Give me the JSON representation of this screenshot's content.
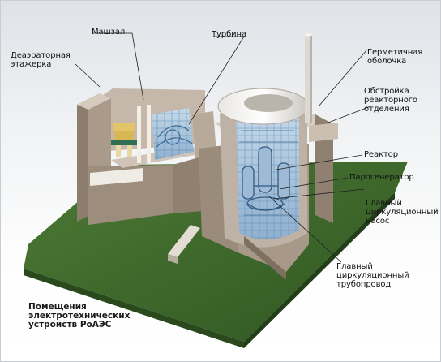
{
  "labels": {
    "deaerator": "Деаэраторная\nэтажерка",
    "mashzal": "Машзал",
    "turbine": "Турбина",
    "containment": "Герметичная\nоболочка",
    "reactor_building": "Обстройка\nреакторного\nотделения",
    "reactor": "Реактор",
    "steam_generator": "Парогенератор",
    "main_pump": "Главный\nциркуляционный\nнасос",
    "main_pipeline": "Главный\nциркуляционный\nтрубопровод"
  },
  "caption": "Помещения\nэлектротехнических\nустройств РоАЭС",
  "colors": {
    "grass": "#3f6b2c",
    "wall_light": "#b3a596",
    "wall_mid": "#9a8a7a",
    "wall_dark": "#7a6c5e",
    "slab": "#ddd8cf",
    "interior_blue": "#a9c4dd",
    "pointer": "#222222"
  }
}
